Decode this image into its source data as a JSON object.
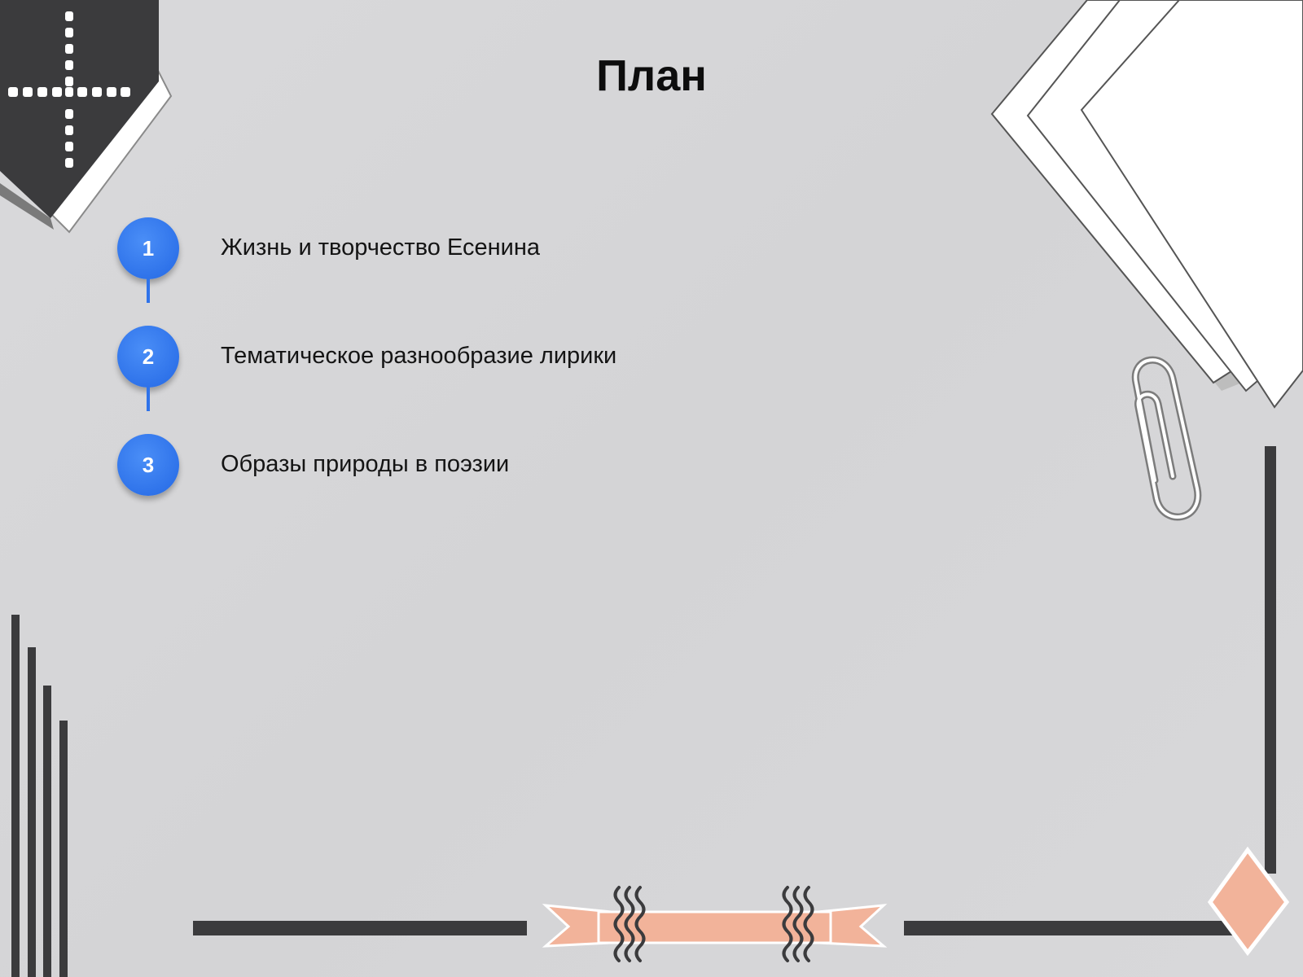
{
  "slide": {
    "title": "План",
    "items": [
      {
        "number": "1",
        "text": "Жизнь и творчество Есенина"
      },
      {
        "number": "2",
        "text": "Тематическое разнообразие лирики"
      },
      {
        "number": "3",
        "text": "Образы природы в поэзии"
      }
    ]
  },
  "colors": {
    "badge": "#2f73ea",
    "accent": "#f2b39a",
    "dark": "#3b3b3d",
    "background": "#d6d6d8"
  }
}
